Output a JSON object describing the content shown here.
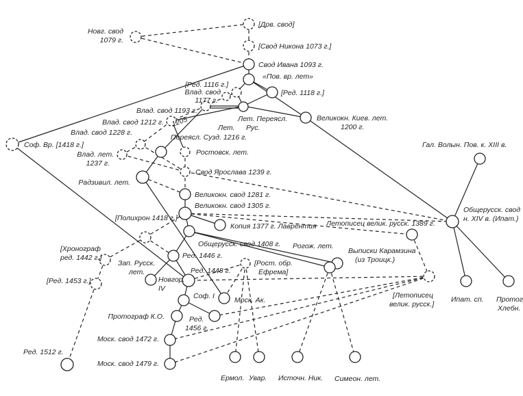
{
  "colors": {
    "ink": "#222222",
    "paper": "#ffffff"
  },
  "labels": {
    "novg_svod": "Новг. свод",
    "novg_svod_year": "1079 г.",
    "drev_svod": "[Дрв. свод]",
    "svod_nikona": "[Свод Никона 1073 г.]",
    "svod_ivana": "Свод Ивана 1093 г.",
    "pov_vr_let": "«Пов. вр. лет»",
    "red_1116": "[Ред. 1116 г.]",
    "red_1118": "[Ред. 1118 г.]",
    "vlad_svod_1177": "Влад. свод",
    "vlad_svod_1177_year": "1177 г.",
    "vlad_svod_1193": "Влад. свод 1193 г.",
    "vlad_svod_1212": "Влад. свод 1212 г.",
    "vlad_svod_1228": "Влад. свод 1228 г.",
    "vlad_let_1237": "Влад. лет.",
    "vlad_let_1237_year": "1237 г.",
    "year_1205": "1205",
    "let_pereyasl_rus_1": "Лет.",
    "let_pereyasl_rus_2": "Лет. Переясл.",
    "let_pereyasl_rus_3": "Рус.",
    "velikokn_kiev": "Великокн. Киев. лет.",
    "velikokn_kiev_year": "1200 г.",
    "pereyasl_suzd": "Переясл. Сузд. 1216 г.",
    "rostovsk_let": "Ростовск. лет.",
    "svod_yaroslava": "Свод Ярослава 1239 г.",
    "sof_vr": "Соф. Вр. [1418 г.]",
    "radzivil": "Радзивил. лет.",
    "velikokn_1281": "Великокн. свод 1281 г.",
    "velikokn_1305": "Великокн. свод 1305 г.",
    "polihron": "[Полихрон 1418 г.]",
    "kopiya_1377": "Копия 1377 г. Лаврентия",
    "letopisec_1389": "Летописец велик. русск. 1389 г.",
    "gal_volyn": "Гал. Волын. Пов. к. XIII в.",
    "obshcherussk_xiv_1": "Общерусск. свод",
    "obshcherussk_xiv_2": "н. XIV в. (Ипат.)",
    "obshcherussk_1408": "Общерусск. свод 1408 г.",
    "rogozh": "Рогож. лет.",
    "vypiski_1": "Выписки Карамзина",
    "vypiski_2": "(из Троицк.)",
    "hronograf_1": "[Хронограф",
    "hronograf_2": "ред. 1442 г.]",
    "red_1446": "Ред. 1446 г.",
    "zap_russk_1": "Зап. Русск.",
    "zap_russk_2": "лет.",
    "rost_obr_1": "[Рост. обр.",
    "rost_obr_2": "Ефрема]",
    "red_1453": "[Ред. 1453 г.]",
    "red_1448": "Ред. 1448 г.",
    "novgor_iv_1": "Новгор.",
    "novgor_iv_2": "IV",
    "sof_i": "Соф. I",
    "mosk_ak": "Моск. Ак.",
    "letopisec_vel_1": "[Летописец",
    "letopisec_vel_2": "велик. русск.]",
    "ipat_sp": "Ипат. сп.",
    "protogr_hlebn_1": "Протогр.",
    "protogr_hlebn_2": "Хлебн.",
    "protograf_ko": "Протограф К.О.",
    "red_1456_1": "Ред.",
    "red_1456_2": "1456 г.",
    "mosk_svod_1472": "Моск. свод 1472 г.",
    "red_1512": "Ред. 1512 г.",
    "mosk_svod_1479": "Моск. свод 1479 г.",
    "ermol": "Ермол.",
    "uvar": "Увар.",
    "istochn_nik": "Источн. Ник.",
    "simeon_let": "Симеон. лет."
  }
}
